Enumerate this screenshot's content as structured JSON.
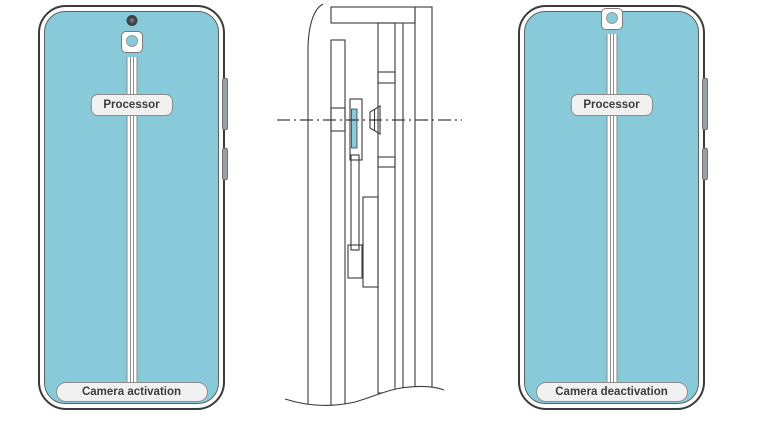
{
  "diagram": {
    "panels": {
      "phone_active": {
        "processor_label": "Processor",
        "status_label": "Camera activation"
      },
      "phone_inactive": {
        "processor_label": "Processor",
        "status_label": "Camera deactivation"
      }
    },
    "icons": [
      "punch-hole-camera-icon",
      "camera-module-icon",
      "volume-button",
      "power-button"
    ],
    "colors": {
      "screen_teal": "#89CADA",
      "outline": "#3B3B3B",
      "label_bg": "#F1F1F1",
      "label_border": "#8D8D8D",
      "label_text": "#3C3C3C"
    }
  }
}
